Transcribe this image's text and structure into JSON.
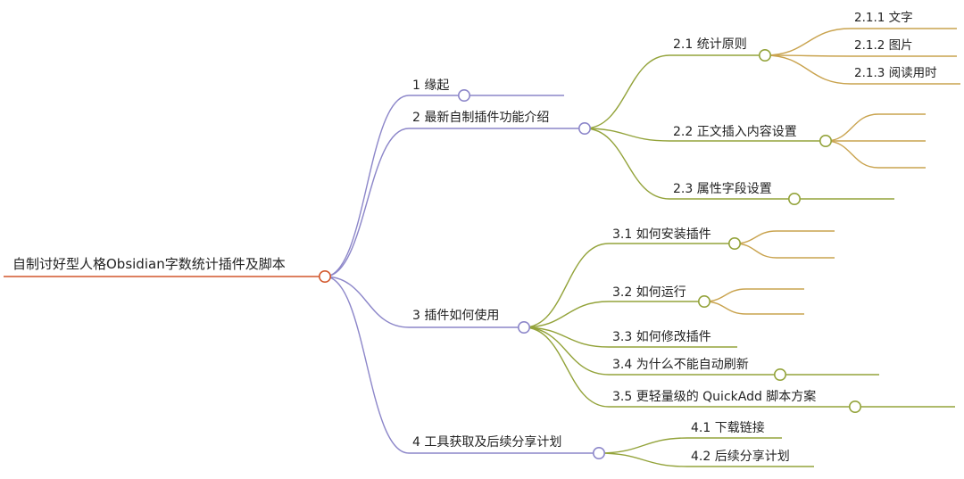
{
  "colors": {
    "root": "#d2572b",
    "level1": "#8c86c9",
    "level2": "#93a33a",
    "level3": "#c9a34e"
  },
  "root": {
    "label": "自制讨好型人格Obsidian字数统计插件及脚本",
    "children": [
      {
        "id": "n1",
        "label": "1 缘起",
        "children": []
      },
      {
        "id": "n2",
        "label": "2 最新自制插件功能介绍",
        "children": [
          {
            "id": "n21",
            "label": "2.1 统计原则",
            "children": [
              {
                "id": "n211",
                "label": "2.1.1 文字"
              },
              {
                "id": "n212",
                "label": "2.1.2 图片"
              },
              {
                "id": "n213",
                "label": "2.1.3 阅读用时"
              }
            ]
          },
          {
            "id": "n22",
            "label": "2.2 正文插入内容设置",
            "children": [
              {
                "id": "n221",
                "label": ""
              },
              {
                "id": "n222",
                "label": ""
              },
              {
                "id": "n223",
                "label": ""
              }
            ]
          },
          {
            "id": "n23",
            "label": "2.3 属性字段设置",
            "children": []
          }
        ]
      },
      {
        "id": "n3",
        "label": "3 插件如何使用",
        "children": [
          {
            "id": "n31",
            "label": "3.1 如何安装插件",
            "children": [
              {
                "id": "n311",
                "label": ""
              },
              {
                "id": "n312",
                "label": ""
              }
            ]
          },
          {
            "id": "n32",
            "label": "3.2 如何运行",
            "children": [
              {
                "id": "n321",
                "label": ""
              },
              {
                "id": "n322",
                "label": ""
              }
            ]
          },
          {
            "id": "n33",
            "label": "3.3 如何修改插件",
            "children": []
          },
          {
            "id": "n34",
            "label": "3.4 为什么不能自动刷新",
            "children": []
          },
          {
            "id": "n35",
            "label": "3.5 更轻量级的 QuickAdd 脚本方案",
            "children": []
          }
        ]
      },
      {
        "id": "n4",
        "label": "4 工具获取及后续分享计划",
        "children": [
          {
            "id": "n41",
            "label": "4.1 下载链接",
            "children": []
          },
          {
            "id": "n42",
            "label": "4.2 后续分享计划",
            "children": []
          }
        ]
      }
    ]
  }
}
